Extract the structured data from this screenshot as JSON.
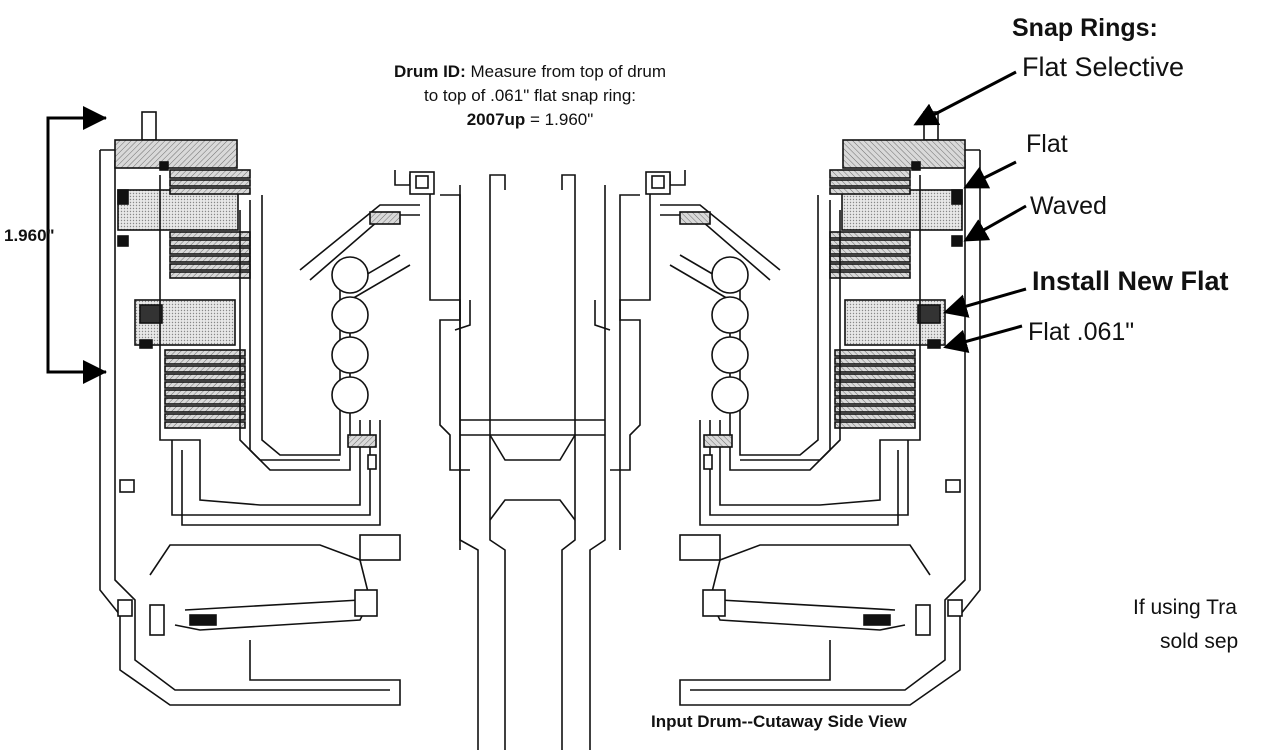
{
  "drum_note": {
    "label": "Drum ID:",
    "text1": " Measure from top of drum",
    "line2": "to top of .061\" flat snap ring:",
    "year": "2007up",
    "year_value": " = 1.960\""
  },
  "measurement": "1.960\"",
  "snap_rings": {
    "heading": "Snap Rings:",
    "flat_selective": "Flat Selective",
    "flat": "Flat",
    "waved": "Waved",
    "install_new_flat": "Install New Flat",
    "flat_061": "Flat .061\""
  },
  "side_note": {
    "line1": "If using Tra",
    "line2": "sold sep"
  },
  "caption": "Input Drum--Cutaway Side View"
}
